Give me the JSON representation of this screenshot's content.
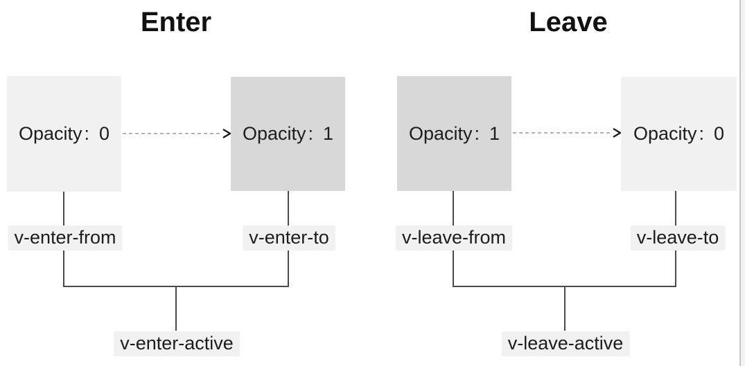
{
  "diagram": {
    "description": "Vue transition classes diagram",
    "sections": [
      {
        "title": "Enter",
        "from_box": {
          "property": "Opacity",
          "separator": ":",
          "value": "0",
          "shade": "light"
        },
        "to_box": {
          "property": "Opacity",
          "separator": ":",
          "value": "1",
          "shade": "dark"
        },
        "labels": {
          "from": "v-enter-from",
          "to": "v-enter-to",
          "active": "v-enter-active"
        }
      },
      {
        "title": "Leave",
        "from_box": {
          "property": "Opacity",
          "separator": ":",
          "value": "1",
          "shade": "dark"
        },
        "to_box": {
          "property": "Opacity",
          "separator": ":",
          "value": "0",
          "shade": "light"
        },
        "labels": {
          "from": "v-leave-from",
          "to": "v-leave-to",
          "active": "v-leave-active"
        }
      }
    ],
    "colors": {
      "background": "#ffffff",
      "box_light": "#f1f1f1",
      "box_dark": "#d8d8d8",
      "label_background": "#f1f1f1",
      "connector_line": "#4a4a4a",
      "arrow_dash": "#a8a8a8",
      "arrow_head": "#1a1a1a",
      "text": "#1c1c1c",
      "edge_divider": "#c6c6c6"
    }
  }
}
